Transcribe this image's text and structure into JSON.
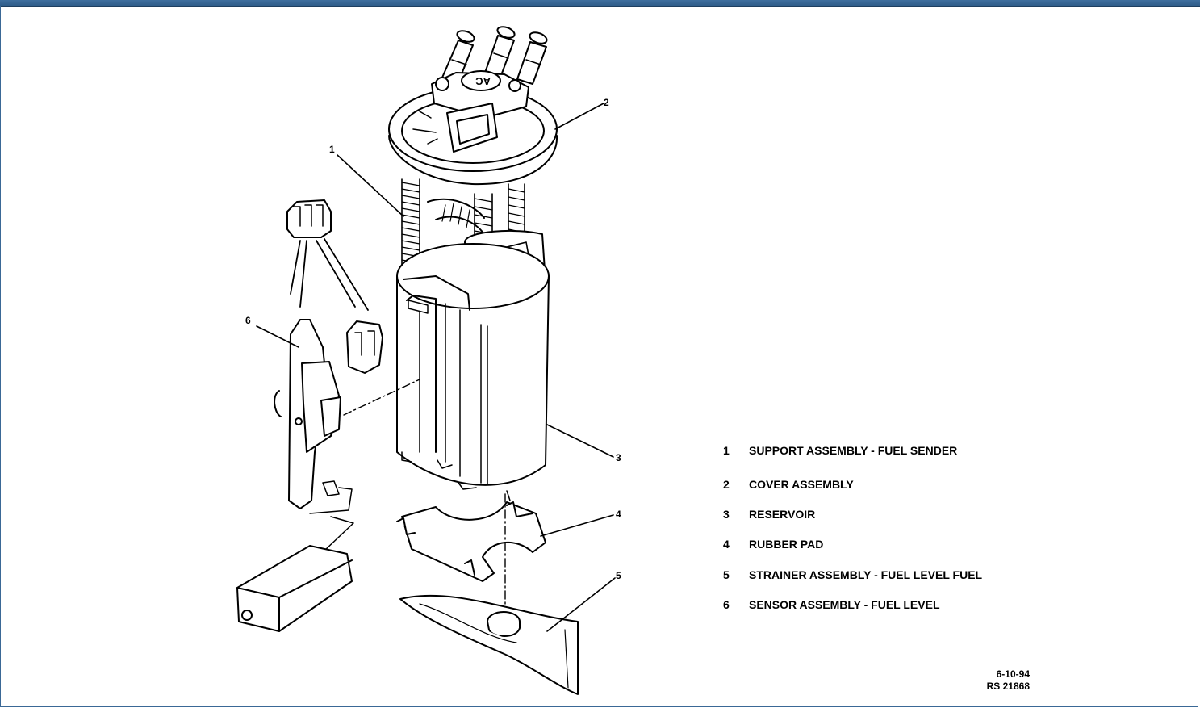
{
  "callouts": [
    "1",
    "2",
    "3",
    "4",
    "5",
    "6"
  ],
  "legend": [
    {
      "num": "1",
      "text": "SUPPORT ASSEMBLY - FUEL SENDER"
    },
    {
      "num": "2",
      "text": "COVER ASSEMBLY"
    },
    {
      "num": "3",
      "text": "RESERVOIR"
    },
    {
      "num": "4",
      "text": "RUBBER PAD"
    },
    {
      "num": "5",
      "text": "STRAINER ASSEMBLY - FUEL LEVEL FUEL"
    },
    {
      "num": "6",
      "text": "SENSOR ASSEMBLY - FUEL LEVEL"
    }
  ],
  "cover_marking": "AC",
  "stamp": {
    "date": "6-10-94",
    "code": "RS 21868"
  },
  "colors": {
    "window_border": "#3a6896",
    "line": "#000000",
    "background": "#ffffff"
  }
}
